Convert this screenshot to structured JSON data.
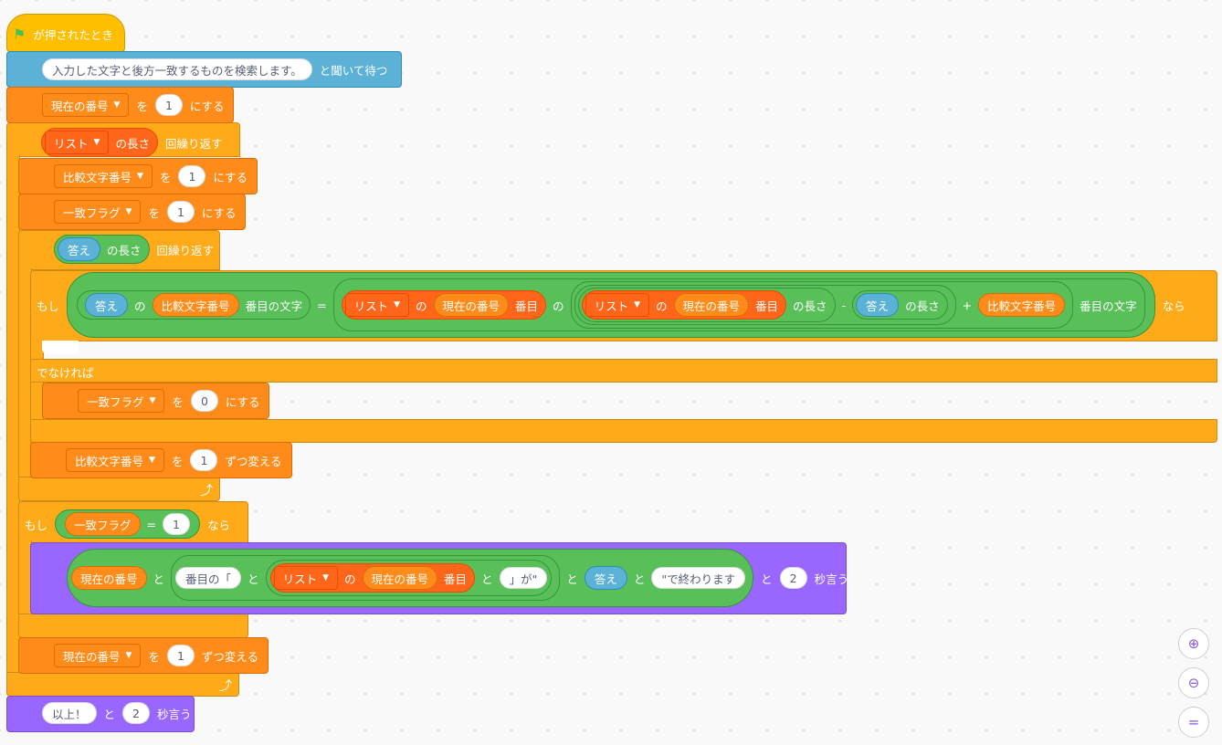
{
  "event": {
    "label": "が押されたとき",
    "icon": "green-flag-icon"
  },
  "ask": {
    "prompt": "入力した文字と後方一致するものを検索します。",
    "suffix": "と聞いて待つ"
  },
  "set_current": {
    "var": "現在の番号",
    "to": "を",
    "value": "1",
    "suffix": "にする"
  },
  "repeat_outer": {
    "list": "リスト",
    "length_of": "の長さ",
    "suffix": "回繰り返す"
  },
  "set_compare": {
    "var": "比較文字番号",
    "to": "を",
    "value": "1",
    "suffix": "にする"
  },
  "set_flag1": {
    "var": "一致フラグ",
    "to": "を",
    "value": "1",
    "suffix": "にする"
  },
  "repeat_inner": {
    "answer": "答え",
    "length_of": "の長さ",
    "suffix": "回繰り返す"
  },
  "if1": {
    "if_label": "もし",
    "then_label": "なら",
    "answer": "答え",
    "of": "の",
    "compare_var": "比較文字番号",
    "letter_of": "番目の文字",
    "equals": "=",
    "list": "リスト",
    "current_var": "現在の番号",
    "item_suffix": "番目",
    "length_of": "の長さ",
    "minus": "-",
    "plus": "+"
  },
  "else_label": "でなければ",
  "set_flag0": {
    "var": "一致フラグ",
    "to": "を",
    "value": "0",
    "suffix": "にする"
  },
  "change_compare": {
    "var": "比較文字番号",
    "to": "を",
    "value": "1",
    "suffix": "ずつ変える"
  },
  "if2": {
    "if_label": "もし",
    "var": "一致フラグ",
    "equals": "=",
    "value": "1",
    "then_label": "なら"
  },
  "say1": {
    "current_var": "現在の番号",
    "join": "と",
    "text1": "番目の「",
    "list": "リスト",
    "of": "の",
    "item_suffix": "番目",
    "text2": "」が\"",
    "answer": "答え",
    "text3": "\"で終わります",
    "secs": "2",
    "suffix": "秒言う"
  },
  "change_current": {
    "var": "現在の番号",
    "to": "を",
    "value": "1",
    "suffix": "ずつ変える"
  },
  "say2": {
    "text": "以上！",
    "join": "と",
    "secs": "2",
    "suffix": "秒言う"
  },
  "loop_arrow": "⤴",
  "zoom": {
    "in_icon": "zoom-in-icon",
    "out_icon": "zoom-out-icon",
    "reset_icon": "zoom-reset-icon",
    "reset_glyph": "="
  }
}
